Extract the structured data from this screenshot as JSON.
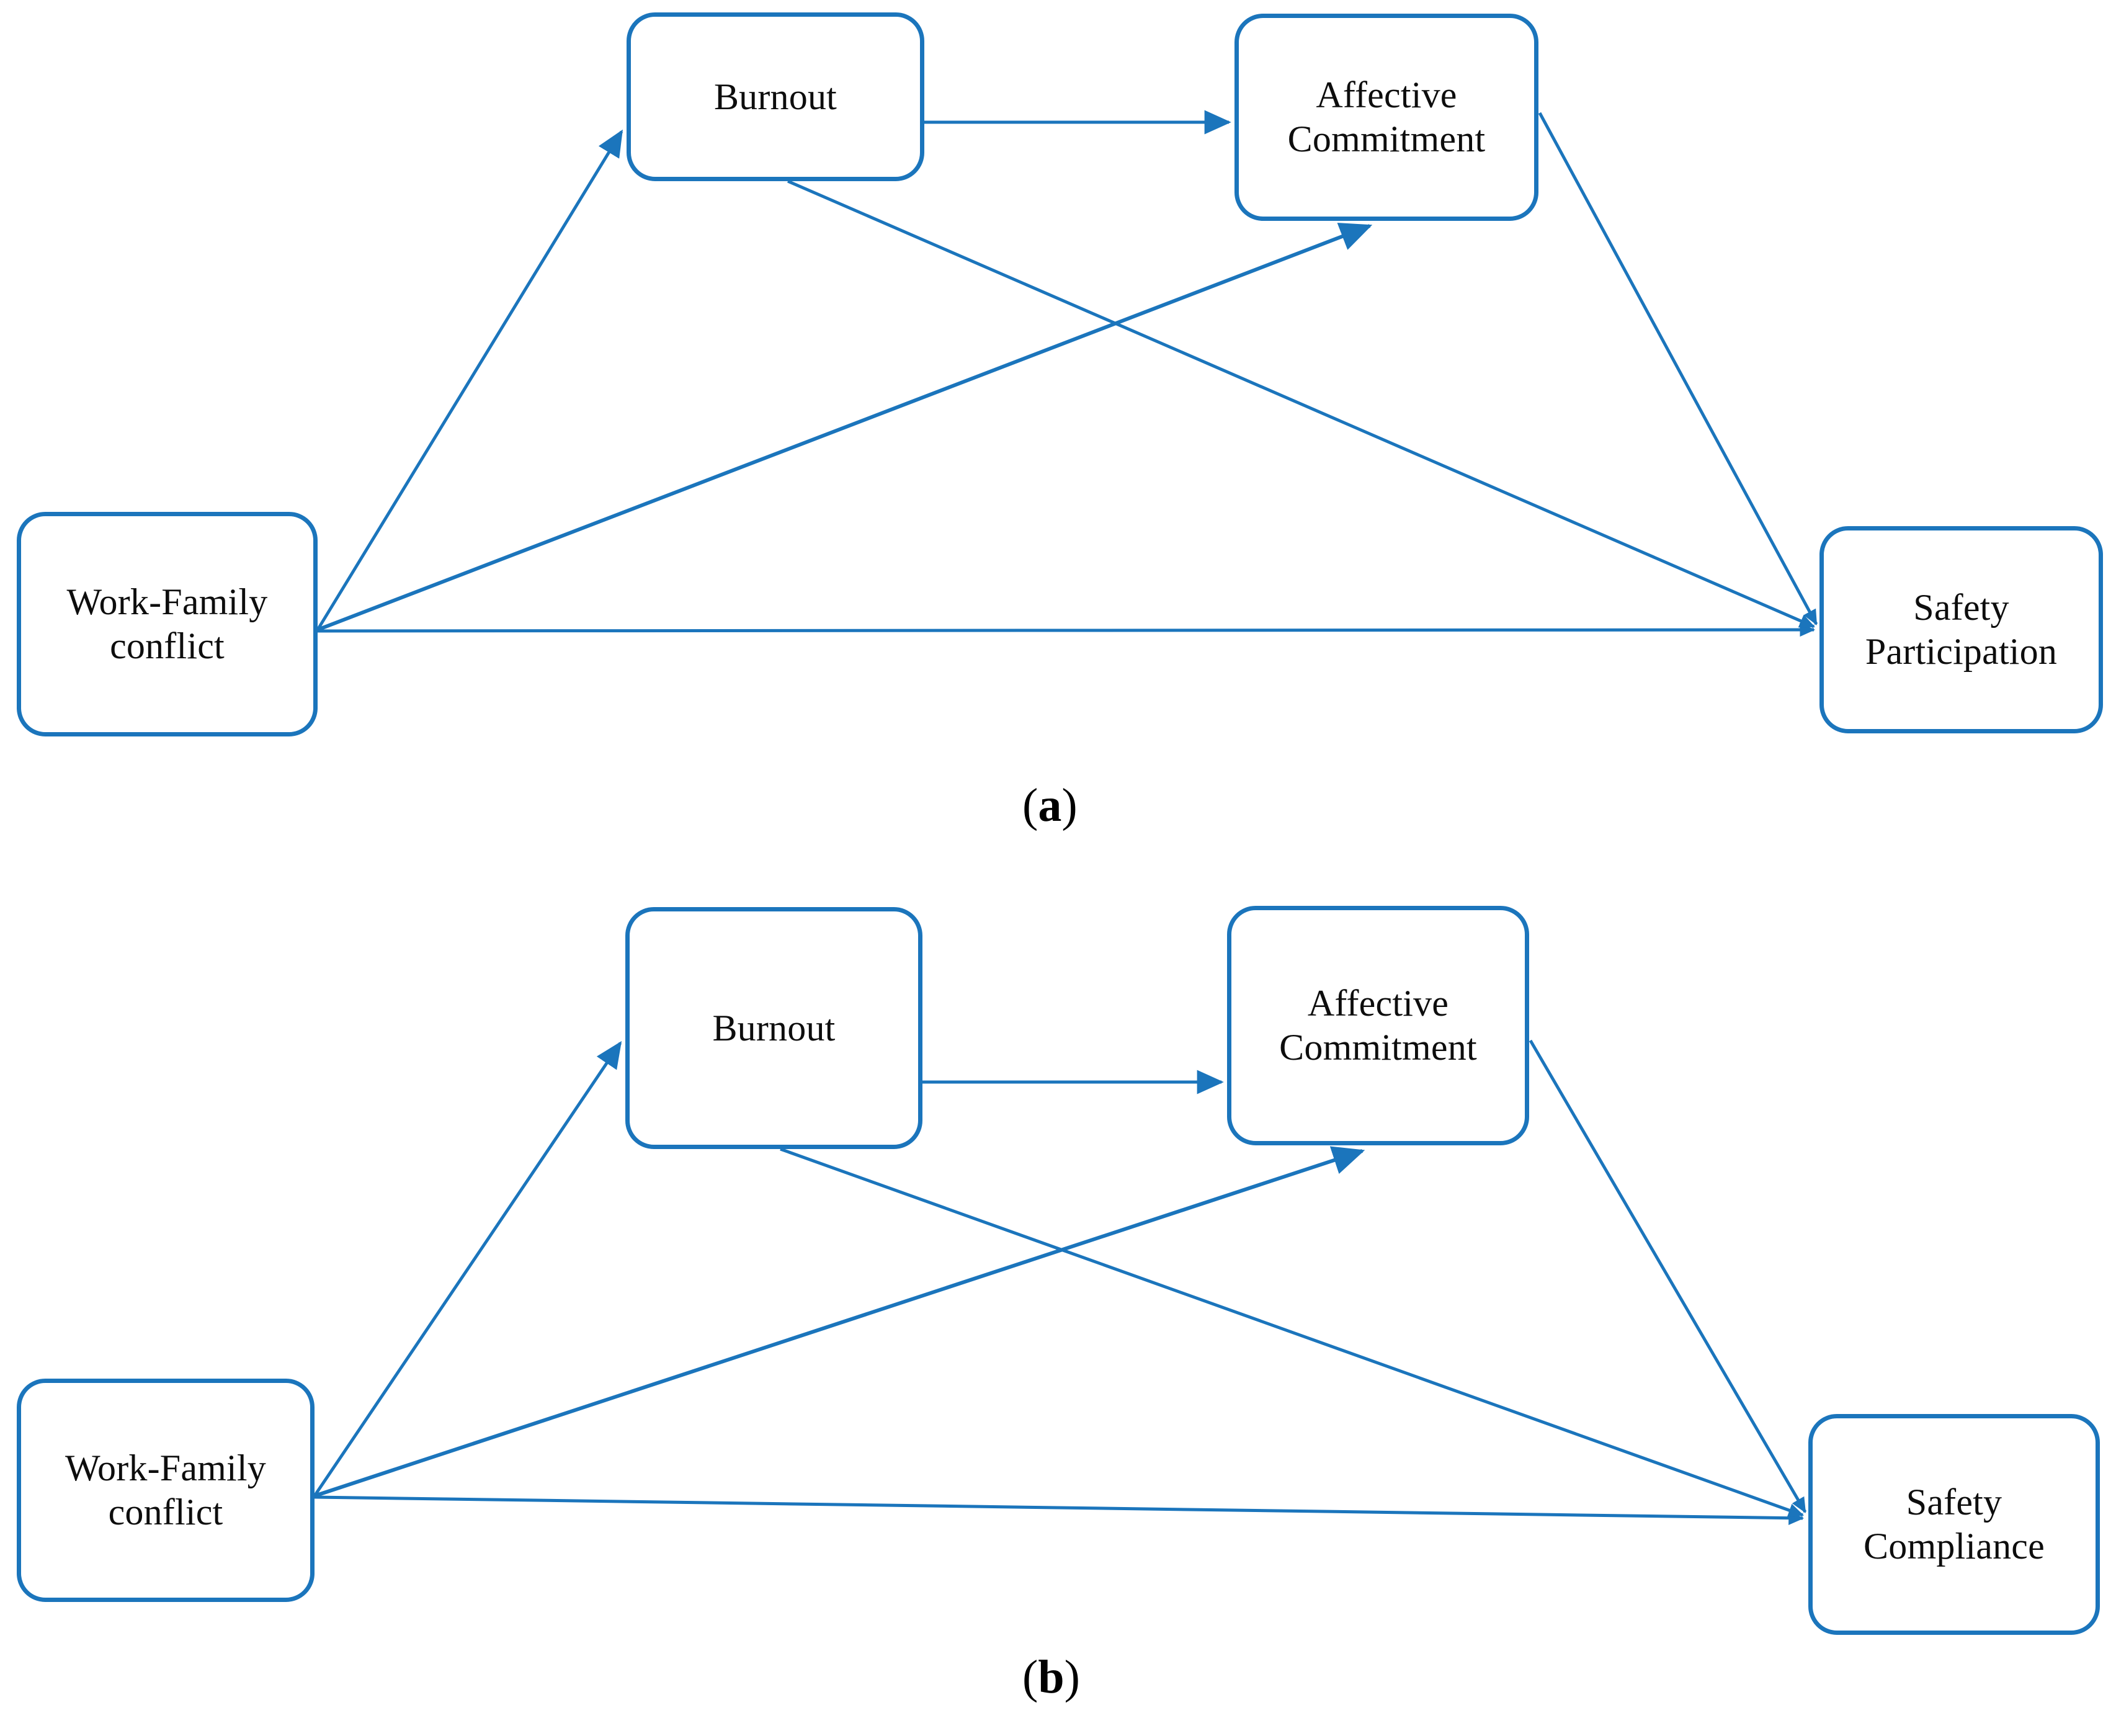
{
  "figure": {
    "type": "path-model-diagram",
    "background_color": "#ffffff",
    "accent_color": "#1b75bc",
    "text_color": "#0d0d0d",
    "panels": [
      {
        "id": "a",
        "caption_paren_open": "(",
        "caption_letter": "a",
        "caption_paren_close": ")",
        "nodes": {
          "work_family_conflict": "Work-Family\nconflict",
          "burnout": "Burnout",
          "affective_commitment": "Affective\nCommitment",
          "outcome": "Safety\nParticipation"
        },
        "edges": [
          {
            "from": "work_family_conflict",
            "to": "burnout",
            "style": "arrow"
          },
          {
            "from": "work_family_conflict",
            "to": "affective_commitment",
            "style": "arrow"
          },
          {
            "from": "work_family_conflict",
            "to": "outcome",
            "style": "arrow"
          },
          {
            "from": "burnout",
            "to": "affective_commitment",
            "style": "arrow"
          },
          {
            "from": "burnout",
            "to": "outcome",
            "style": "arrow"
          },
          {
            "from": "affective_commitment",
            "to": "outcome",
            "style": "arrow"
          }
        ]
      },
      {
        "id": "b",
        "caption_paren_open": "(",
        "caption_letter": "b",
        "caption_paren_close": ")",
        "nodes": {
          "work_family_conflict": "Work-Family\nconflict",
          "burnout": "Burnout",
          "affective_commitment": "Affective\nCommitment",
          "outcome": "Safety\nCompliance"
        },
        "edges": [
          {
            "from": "work_family_conflict",
            "to": "burnout",
            "style": "arrow"
          },
          {
            "from": "work_family_conflict",
            "to": "affective_commitment",
            "style": "arrow"
          },
          {
            "from": "work_family_conflict",
            "to": "outcome",
            "style": "arrow"
          },
          {
            "from": "burnout",
            "to": "affective_commitment",
            "style": "arrow"
          },
          {
            "from": "burnout",
            "to": "outcome",
            "style": "arrow"
          },
          {
            "from": "affective_commitment",
            "to": "outcome",
            "style": "arrow"
          }
        ]
      }
    ]
  }
}
